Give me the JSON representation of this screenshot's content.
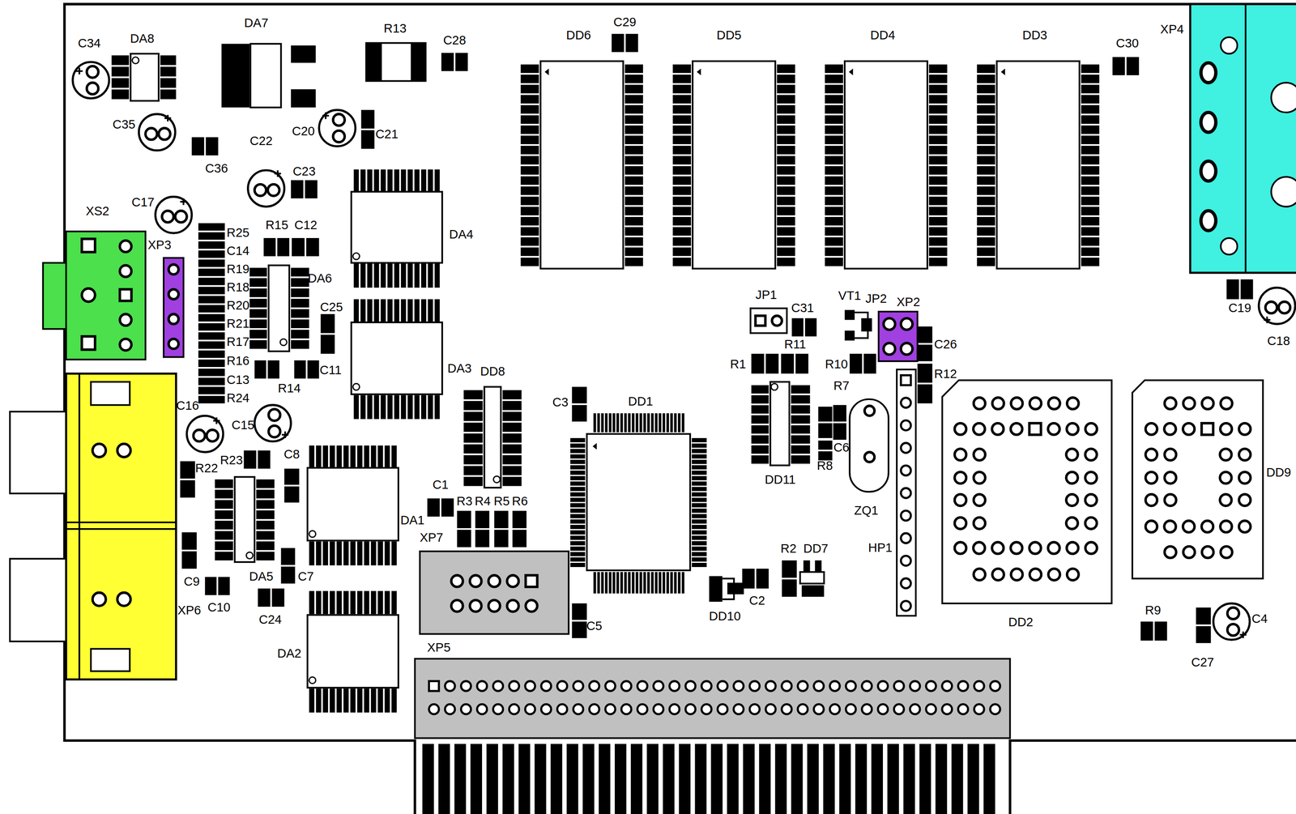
{
  "diagram": {
    "labels": [
      "C34",
      "DA8",
      "DA7",
      "R13",
      "C28",
      "C29",
      "DD6",
      "DD5",
      "DD4",
      "DD3",
      "C30",
      "XP4",
      "C35",
      "C20",
      "C21",
      "C22",
      "C36",
      "C23",
      "C17",
      "XS2",
      "R15",
      "C12",
      "R25",
      "DA4",
      "XP3",
      "C14",
      "R19",
      "DA6",
      "R18",
      "JP1",
      "VT1",
      "JP2",
      "XP2",
      "R20",
      "C25",
      "C31",
      "C19",
      "R21",
      "R17",
      "C18",
      "R11",
      "C26",
      "R16",
      "R1",
      "R10",
      "DA3",
      "C11",
      "DD8",
      "R12",
      "C13",
      "R7",
      "R14",
      "R24",
      "C3",
      "DD1",
      "C16",
      "C15",
      "C6",
      "C8",
      "R23",
      "R8",
      "R22",
      "DD9",
      "DD11",
      "C1",
      "R3",
      "R4",
      "R5",
      "R6",
      "ZQ1",
      "DA1",
      "XP7",
      "HP1",
      "R2",
      "DD7",
      "DA5",
      "C7",
      "C9",
      "C10",
      "C2",
      "R9",
      "XP6",
      "DD10",
      "C4",
      "C24",
      "DD2",
      "C5",
      "XP5",
      "DA2",
      "C27"
    ]
  }
}
